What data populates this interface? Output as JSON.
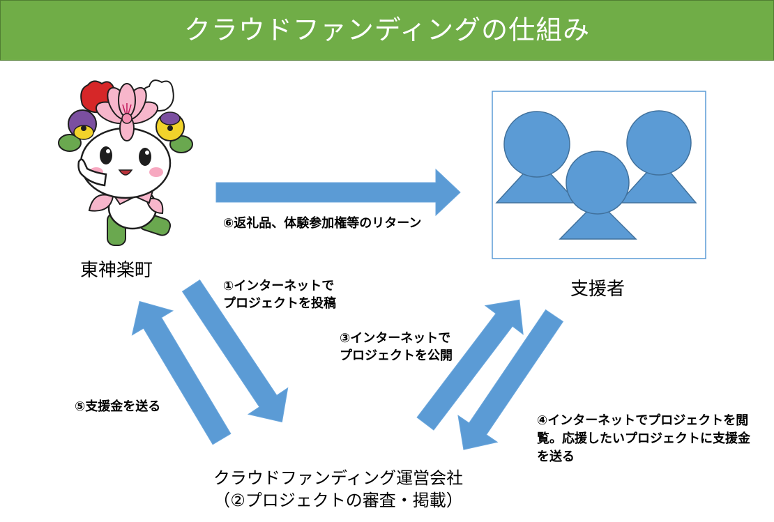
{
  "header": {
    "title": "クラウドファンディングの仕組み"
  },
  "nodes": {
    "town": {
      "label": "東神楽町",
      "icon": "mascot-character"
    },
    "supporters": {
      "label": "支援者",
      "icon": "person-silhouette-icon"
    },
    "operator": {
      "lines": [
        "クラウドファンディング運営会社",
        "（②プロジェクトの審査・掲載）"
      ]
    }
  },
  "steps": {
    "step1": {
      "lines": [
        "①インターネットで",
        "プロジェクトを投稿"
      ]
    },
    "step3": {
      "lines": [
        "③インターネットで",
        "プロジェクトを公開"
      ]
    },
    "step4": {
      "lines": [
        "④インターネットでプロジェクトを閲",
        "覧。応援したいプロジェクトに支援金",
        "を送る"
      ]
    },
    "step5": {
      "lines": [
        "⑤支援金を送る"
      ]
    },
    "step6": {
      "lines": [
        "⑥返礼品、体験参加権等のリターン"
      ]
    }
  },
  "colors": {
    "header_bg": "#70AD47",
    "header_border": "#507E32",
    "arrow_fill": "#5B9BD5",
    "person_fill": "#5B9BD5",
    "person_stroke": "#41719C"
  }
}
